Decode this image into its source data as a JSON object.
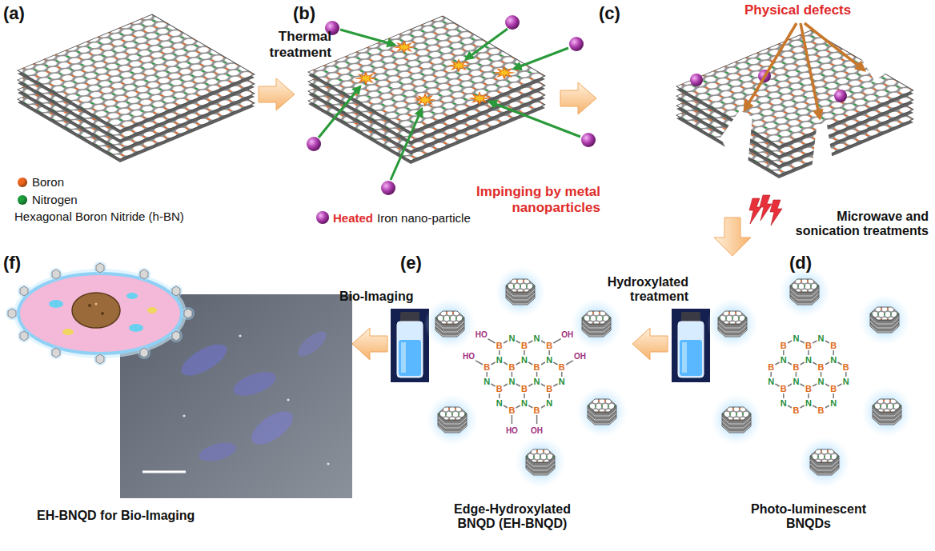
{
  "diagram": {
    "labels": [
      "(a)",
      "Thermal treatment",
      "(b)",
      "(c)",
      "Physical defects",
      "Hexagonal Boron Nitride (h-BN)",
      "Heated",
      "Iron nano-particle",
      "Impinging by metal nanoparticles",
      "Microwave and sonication treatments",
      "(f)",
      "(e)",
      "Bio-Imaging",
      "Hydroxylated treatment",
      "(d)",
      "EH-BNQD for Bio-Imaging",
      "Edge-Hydroxylated BNQD (EH-BNQD)",
      "Photo-luminescent BNQDs",
      "B",
      "N",
      "B",
      "N",
      "B",
      "N",
      "B",
      "N",
      "B",
      "N",
      "B",
      "N",
      "B",
      "N",
      "B",
      "N",
      "B",
      "N",
      "B",
      "N",
      "B",
      "N",
      "B",
      "N",
      "B",
      "N",
      "B",
      "N",
      "B",
      "N",
      "B",
      "N",
      "B",
      "N",
      "B",
      "N",
      "B",
      "N",
      "B",
      "N",
      "B",
      "N",
      "B",
      "N",
      "B",
      "N",
      "B",
      "N",
      "HO",
      "OH",
      "HO",
      "OH",
      "HO",
      "OH"
    ],
    "legend": [
      {
        "text": "Boron",
        "color": "#f0661e"
      },
      {
        "text": "Nitrogen",
        "color": "#1e9e3c"
      }
    ]
  }
}
